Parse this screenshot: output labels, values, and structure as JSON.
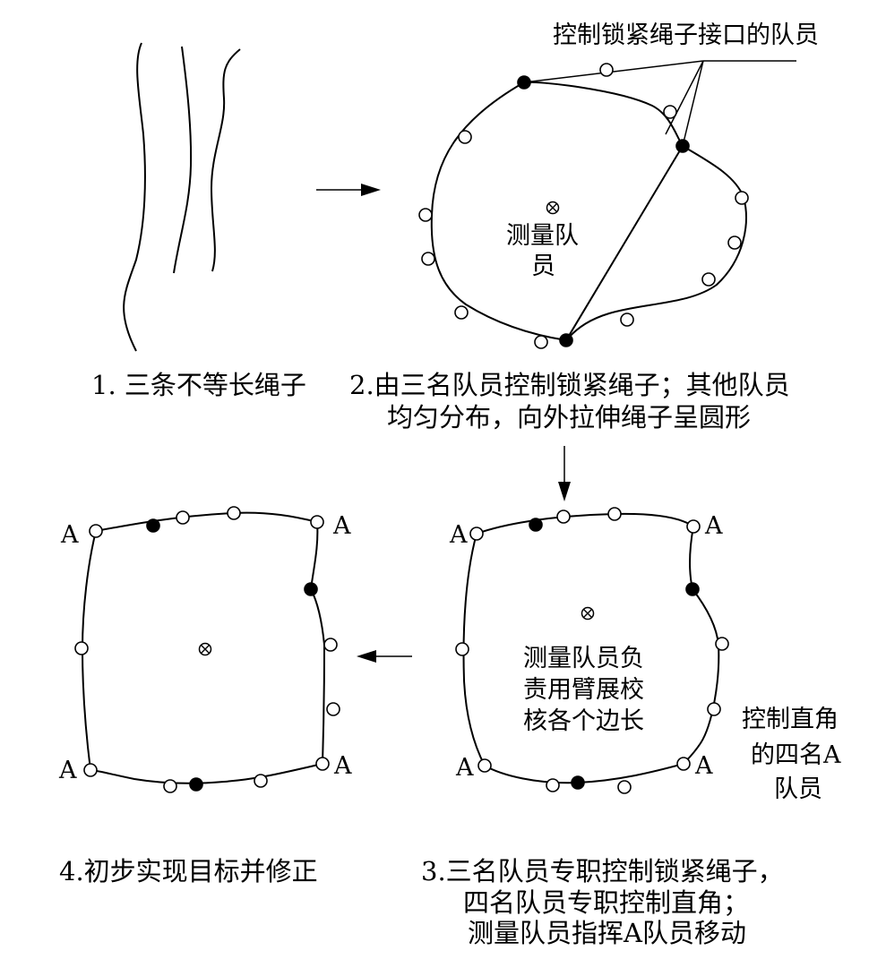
{
  "callout": {
    "rope_joint_members": "控制锁紧绳子接口的队员"
  },
  "step1": {
    "caption": "1. 三条不等长绳子"
  },
  "step2": {
    "center_label": [
      "测量队",
      "员"
    ],
    "caption": [
      "2.由三名队员控制锁紧绳子；其他队员",
      "均匀分布，向外拉伸绳子呈圆形"
    ]
  },
  "step3": {
    "center_label": [
      "测量队员负",
      "责用臂展校",
      "核各个边长"
    ],
    "side_label": [
      "控制直角",
      "的四名A",
      "队员"
    ],
    "caption": [
      "3.三名队员专职控制锁紧绳子，",
      "四名队员专职控制直角；",
      "测量队员指挥A队员移动"
    ],
    "corner_mark": "A"
  },
  "step4": {
    "caption": "4.初步实现目标并修正",
    "corner_mark": "A"
  },
  "legend_semantics": {
    "open_circle": "team member",
    "filled_circle": "member controlling rope joint",
    "crossed_circle": "measuring member"
  }
}
